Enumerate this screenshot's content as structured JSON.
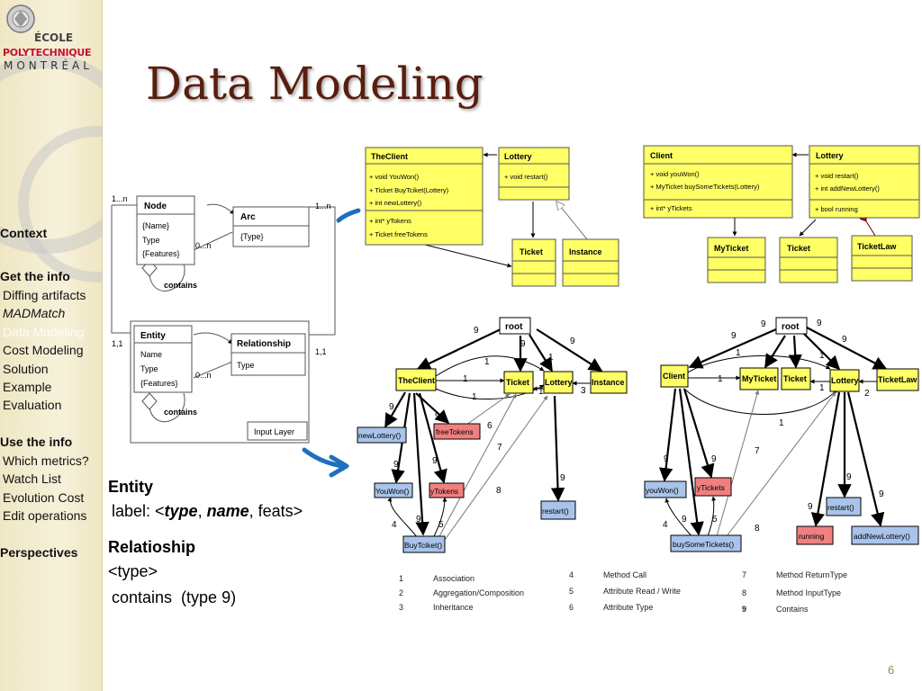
{
  "slide": {
    "title": "Data Modeling",
    "page_number": "6"
  },
  "logo": {
    "line1": "ÉCOLE",
    "line2": "POLYTECHNIQUE",
    "line3": "MONTRÉAL"
  },
  "nav": [
    {
      "label": "Context",
      "kind": "section"
    },
    {
      "label": "Get the info",
      "kind": "section"
    },
    {
      "label": "Diffing artifacts",
      "kind": "sub"
    },
    {
      "label": "MADMatch",
      "kind": "sub-italic"
    },
    {
      "label": "Data Modeling",
      "kind": "sub-active"
    },
    {
      "label": "Cost Modeling",
      "kind": "sub"
    },
    {
      "label": "Solution",
      "kind": "sub"
    },
    {
      "label": "Example",
      "kind": "sub"
    },
    {
      "label": "Evaluation",
      "kind": "sub"
    },
    {
      "label": "Use the info",
      "kind": "section"
    },
    {
      "label": "Which metrics?",
      "kind": "sub"
    },
    {
      "label": "Watch List",
      "kind": "sub"
    },
    {
      "label": "Evolution Cost",
      "kind": "sub"
    },
    {
      "label": "Edit operations",
      "kind": "sub"
    },
    {
      "label": "Perspectives",
      "kind": "section"
    }
  ],
  "body": {
    "entity_heading": "Entity",
    "entity_label_prefix": "label: <",
    "entity_type": "type",
    "entity_comma1": ", ",
    "entity_name": "name",
    "entity_rest": ", feats>",
    "relationship_heading": "Relatioship",
    "relationship_type": "<type>",
    "relationship_contains": "contains  (type 9)"
  },
  "meta_model": {
    "node": {
      "title": "Node",
      "attrs": [
        "{Name}",
        "Type",
        "{Features}"
      ]
    },
    "arc": {
      "title": "Arc",
      "attrs": [
        "{Type}"
      ]
    },
    "entity": {
      "title": "Entity",
      "attrs": [
        "Name",
        "Type",
        "{Features}"
      ]
    },
    "relationship": {
      "title": "Relationship",
      "attrs": [
        "Type"
      ]
    },
    "input_layer": "Input Layer",
    "contains": "contains",
    "mult_1n_left": "1...n",
    "mult_1n_right": "1...n",
    "mult_0n": "0...n",
    "mult_11": "1,1"
  },
  "uml_left": {
    "client": {
      "title": "TheClient",
      "ops": [
        "+ void YouWon()",
        "+ Ticket BuyTciket(Lottery)",
        "+ int newLottery()"
      ],
      "attrs": [
        "+ int* yTokens",
        "+ Ticket freeTokens"
      ]
    },
    "lottery": {
      "title": "Lottery",
      "ops": [
        "+ void restart()"
      ]
    },
    "ticket": "Ticket",
    "instance": "Instance"
  },
  "uml_right": {
    "client": {
      "title": "Client",
      "ops": [
        "+ void youWon()",
        "+ MyTicket buySomeTickets(Lottery)"
      ],
      "attrs": [
        "+ int* yTickets"
      ]
    },
    "lottery": {
      "title": "Lottery",
      "ops": [
        "+ void restart()",
        "+ int addNewLottery()"
      ],
      "attrs": [
        "+ bool running"
      ]
    },
    "myticket": "MyTicket",
    "ticket": "Ticket",
    "ticketlaw": "TicketLaw"
  },
  "graph_left": {
    "nodes": [
      "root",
      "TheClient",
      "Ticket",
      "Lottery",
      "Instance",
      "newLottery()",
      "freeTokens",
      "YouWon()",
      "yTokens",
      "restart()",
      "BuyTciket()"
    ],
    "edge_labels": [
      "9",
      "9",
      "9",
      "1",
      "1",
      "1",
      "1",
      "3",
      "1",
      "9",
      "9",
      "6",
      "7",
      "9",
      "9",
      "8",
      "9",
      "4",
      "9",
      "5"
    ]
  },
  "graph_right": {
    "nodes": [
      "root",
      "Client",
      "MyTicket",
      "Ticket",
      "Lottery",
      "TicketLaw",
      "youWon()",
      "yTickets",
      "buySomeTickets()",
      "running",
      "restart()",
      "addNewLottery()"
    ],
    "edge_labels": [
      "9",
      "9",
      "9",
      "9",
      "1",
      "1",
      "1",
      "1",
      "2",
      "1",
      "9",
      "9",
      "7",
      "4",
      "9",
      "5",
      "8",
      "9",
      "9",
      "9"
    ]
  },
  "legend": [
    {
      "num": "1",
      "label": "Association"
    },
    {
      "num": "2",
      "label": "Aggregation/Composition"
    },
    {
      "num": "3",
      "label": "Inheritance"
    },
    {
      "num": "4",
      "label": "Method Call"
    },
    {
      "num": "5",
      "label": "Attribute Read / Write"
    },
    {
      "num": "6",
      "label": "Attribute Type"
    },
    {
      "num": "7",
      "label": "Method ReturnType"
    },
    {
      "num": "8",
      "label": "Method InputType"
    },
    {
      "num": "9",
      "label": "Contains"
    }
  ],
  "colors": {
    "title": "#5a1e0f",
    "uml_fill": "#ffff66",
    "node_yellow": "#ffff66",
    "node_blue": "#a9c4ea",
    "node_red": "#f08080",
    "accent_arrow": "#1f6fbf",
    "sidebar_bg": "#f2ecd0"
  }
}
